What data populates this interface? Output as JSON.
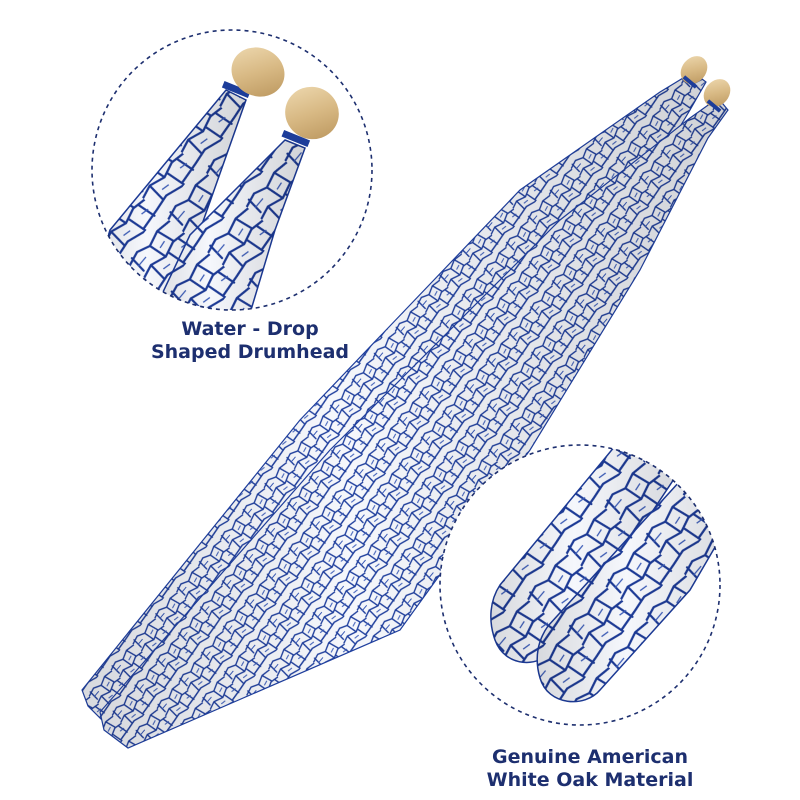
{
  "captions": {
    "tip": {
      "line1": "Water - Drop",
      "line2": "Shaped Drumhead"
    },
    "material": {
      "line1": "Genuine American",
      "line2": "White Oak Material"
    }
  },
  "colors": {
    "accent_blue": "#1d3d9a",
    "text_navy": "#1d2f6f",
    "stick_white": "#f4f6fb",
    "wood_tip": "#d9bd8c"
  },
  "icons": {
    "main": "drumstick-pair",
    "detail_top": "drumstick-tip-closeup",
    "detail_bottom": "drumstick-butt-closeup"
  }
}
